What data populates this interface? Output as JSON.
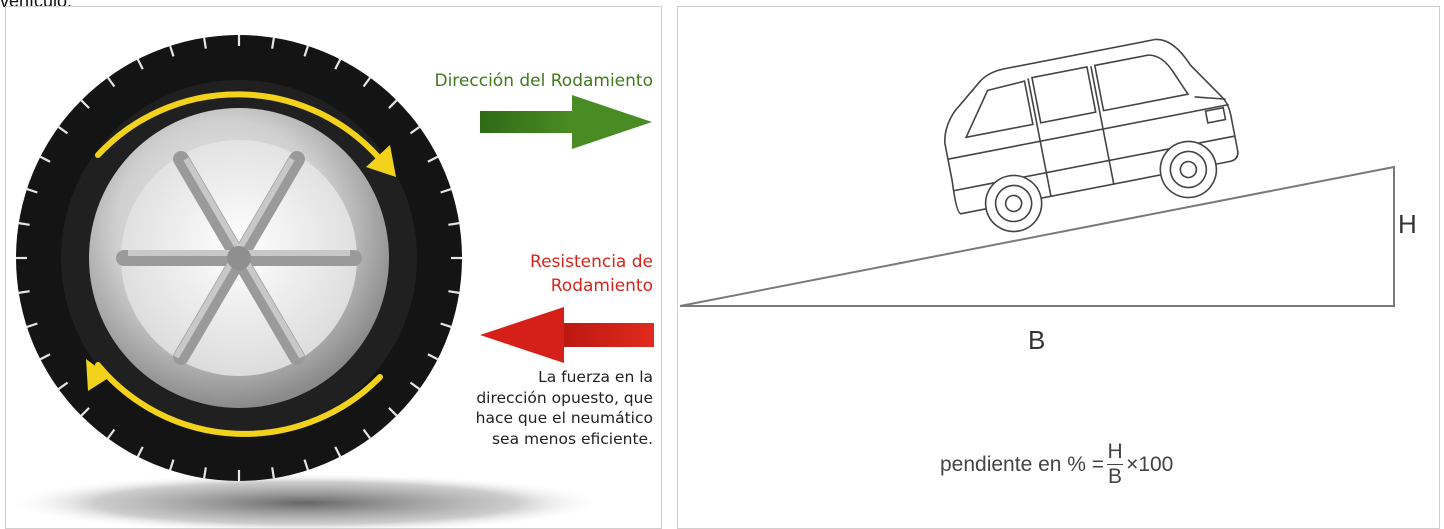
{
  "top_text": "vehículo.",
  "left_panel": {
    "direction_label": "Dirección del Rodamiento",
    "resistance_line1": "Resistencia de",
    "resistance_line2": "Rodamiento",
    "description_lines": [
      "La fuerza en la",
      "dirección opuesto, que",
      "hace que el neumático",
      "sea menos eficiente."
    ],
    "colors": {
      "direction_arrow": "#3b7d1f",
      "resistance_arrow": "#d42018",
      "rotation_arrows": "#f2d21b",
      "tire": "#161616"
    }
  },
  "right_panel": {
    "height_label": "H",
    "base_label": "B",
    "formula": {
      "prefix": "pendiente en % =",
      "numerator": "H",
      "denominator": "B",
      "suffix": "×100"
    }
  }
}
